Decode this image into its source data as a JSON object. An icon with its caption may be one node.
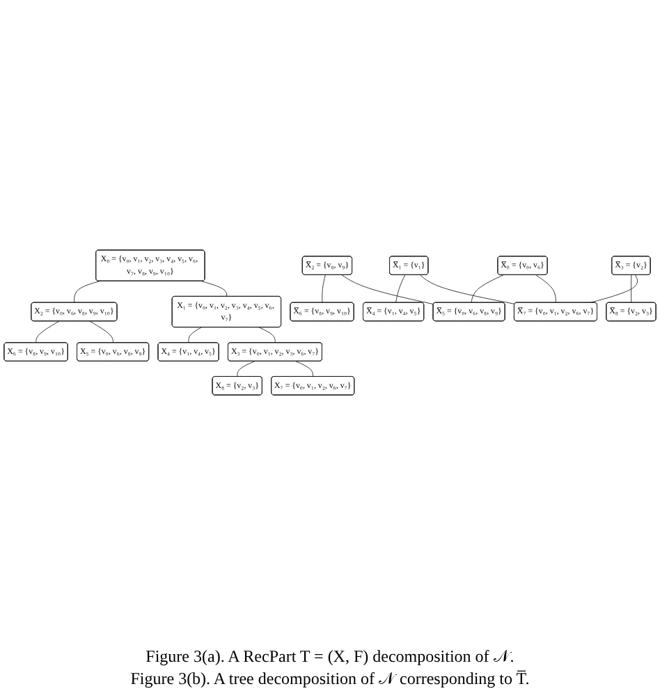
{
  "diagram": {
    "nodes": [
      {
        "text": [
          "X₀ = {v₀, v₁, v₂, v₃, v₄, v₅, v₆, v₇, v₈, v₉, v₁₀}"
        ]
      },
      {
        "text": [
          "X₁ = {v₀, v₁, v₂, v₃, v₄, v₅, v₆, v₇}"
        ]
      },
      {
        "text": [
          "X₂ = {v₀, v₆, v₈, v₉, v₁₀}"
        ]
      },
      {
        "text": [
          "X₃ = {v₀, v₁, v₂, v₃, v₆, v₇}"
        ]
      },
      {
        "text": [
          "X₄ = {v₁, v₄, v₅}"
        ]
      },
      {
        "text": [
          "X₅ = {v₀, v₆, v₈, v₉}"
        ]
      },
      {
        "text": [
          "X₆ = {v₈, v₉, v₁₀}"
        ]
      },
      {
        "text": [
          "X₇ = {v₀, v₁, v₂, v₆, v₇}"
        ]
      },
      {
        "text": [
          "X₈ = {v₂, v₃}"
        ]
      },
      {
        "text": [
          "X̅₀ = {v₀, v₆}"
        ]
      },
      {
        "text": [
          "X̅₁ = {v₁}"
        ]
      },
      {
        "text": [
          "X̅₂ = {v₈, v₉}"
        ]
      },
      {
        "text": [
          "X̅₃ = {v₂}"
        ]
      },
      {
        "text": [
          "X̅₄ = {v₁, v₄, v₅}"
        ]
      },
      {
        "text": [
          "X̅₅ = {v₀, v₆, v₈, v₉}"
        ]
      },
      {
        "text": [
          "X̅₆ = {v₈, v₉, v₁₀}"
        ]
      },
      {
        "text": [
          "X̅₇ = {v₀, v₁, v₂, v₆, v₇}"
        ]
      },
      {
        "text": [
          "X̅₈ = {v₂, v₃}"
        ]
      }
    ],
    "edges": [
      {
        "from": 0,
        "to": 1,
        "arrow": "none"
      },
      {
        "from": 0,
        "to": 2,
        "arrow": "none"
      },
      {
        "from": 1,
        "to": 3,
        "arrow": "none"
      },
      {
        "from": 1,
        "to": 4,
        "arrow": "none"
      },
      {
        "from": 2,
        "to": 5,
        "arrow": "none"
      },
      {
        "from": 2,
        "to": 6,
        "arrow": "none"
      },
      {
        "from": 3,
        "to": 7,
        "arrow": "none"
      },
      {
        "from": 3,
        "to": 8,
        "arrow": "none"
      },
      {
        "from": 9,
        "to": 16,
        "arrow": "none"
      },
      {
        "from": 9,
        "to": 14,
        "arrow": "none"
      },
      {
        "from": 10,
        "to": 16,
        "arrow": "none"
      },
      {
        "from": 10,
        "to": 13,
        "arrow": "none"
      },
      {
        "from": 12,
        "to": 16,
        "arrow": "none"
      },
      {
        "from": 12,
        "to": 17,
        "arrow": "none"
      },
      {
        "from": 11,
        "to": 14,
        "arrow": "none"
      },
      {
        "from": 11,
        "to": 15,
        "arrow": "none"
      }
    ],
    "labels": [
      "Figure 3(a). A RecPart T = (X, F) decomposition of 𝒩.",
      "Figure 3(b). A tree decomposition of 𝒩 corresponding to T̅."
    ]
  }
}
